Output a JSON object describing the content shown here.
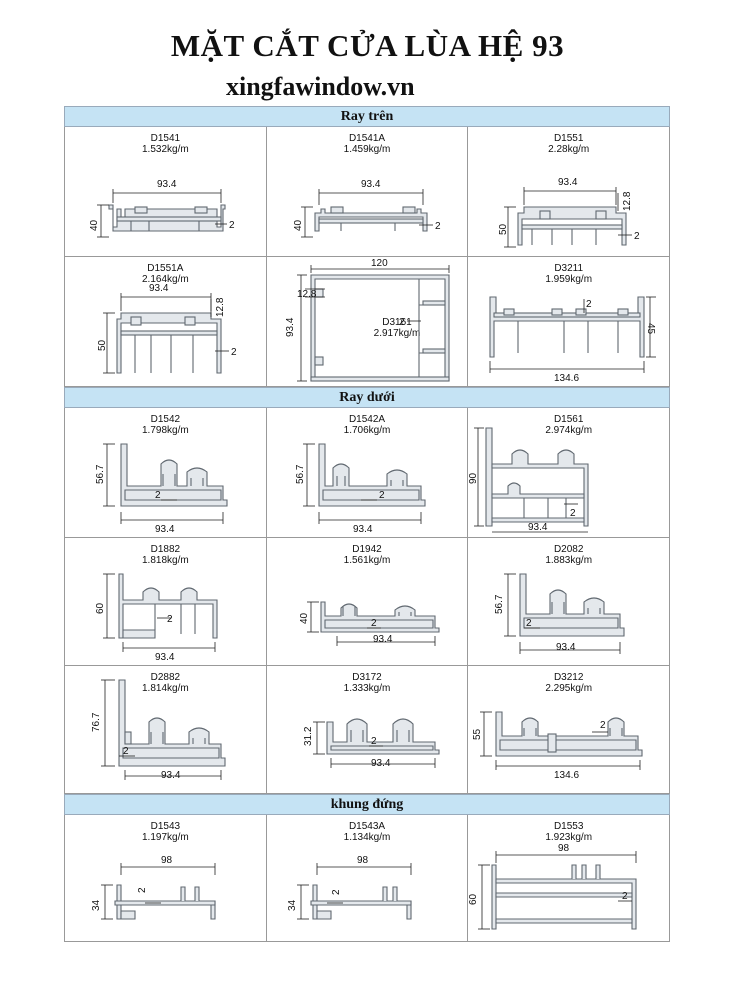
{
  "header": {
    "title": "MẶT CẮT CỬA LÙA HỆ 93",
    "website": "xingfawindow.vn"
  },
  "sections": [
    {
      "name": "Ray trên",
      "items": [
        {
          "code": "D1541",
          "weight": "1.532kg/m",
          "dims": [
            "93.4",
            "40",
            "2"
          ]
        },
        {
          "code": "D1541A",
          "weight": "1.459kg/m",
          "dims": [
            "93.4",
            "40",
            "2"
          ]
        },
        {
          "code": "D1551",
          "weight": "2.28kg/m",
          "dims": [
            "93.4",
            "50",
            "12.8",
            "2"
          ]
        },
        {
          "code": "D1551A",
          "weight": "2.164kg/m",
          "dims": [
            "93.4",
            "50",
            "12.8",
            "2"
          ]
        },
        {
          "code": "D3161",
          "weight": "2.917kg/m",
          "dims": [
            "120",
            "93.4",
            "12.8",
            "2"
          ]
        },
        {
          "code": "D3211",
          "weight": "1.959kg/m",
          "dims": [
            "134.6",
            "45",
            "2"
          ]
        }
      ]
    },
    {
      "name": "Ray dưới",
      "items": [
        {
          "code": "D1542",
          "weight": "1.798kg/m",
          "dims": [
            "93.4",
            "56.7",
            "2"
          ]
        },
        {
          "code": "D1542A",
          "weight": "1.706kg/m",
          "dims": [
            "93.4",
            "56.7",
            "2"
          ]
        },
        {
          "code": "D1561",
          "weight": "2.974kg/m",
          "dims": [
            "93.4",
            "90",
            "2"
          ]
        },
        {
          "code": "D1882",
          "weight": "1.818kg/m",
          "dims": [
            "93.4",
            "60",
            "2"
          ]
        },
        {
          "code": "D1942",
          "weight": "1.561kg/m",
          "dims": [
            "93.4",
            "40",
            "2"
          ]
        },
        {
          "code": "D2082",
          "weight": "1.883kg/m",
          "dims": [
            "93.4",
            "56.7",
            "2"
          ]
        },
        {
          "code": "D2882",
          "weight": "1.814kg/m",
          "dims": [
            "93.4",
            "76.7",
            "2"
          ]
        },
        {
          "code": "D3172",
          "weight": "1.333kg/m",
          "dims": [
            "93.4",
            "31.2",
            "2"
          ]
        },
        {
          "code": "D3212",
          "weight": "2.295kg/m",
          "dims": [
            "134.6",
            "55",
            "2"
          ]
        }
      ]
    },
    {
      "name": "khung đứng",
      "items": [
        {
          "code": "D1543",
          "weight": "1.197kg/m",
          "dims": [
            "98",
            "34",
            "2"
          ]
        },
        {
          "code": "D1543A",
          "weight": "1.134kg/m",
          "dims": [
            "98",
            "34",
            "2"
          ]
        },
        {
          "code": "D1553",
          "weight": "1.923kg/m",
          "dims": [
            "98",
            "60",
            "2"
          ]
        }
      ]
    }
  ],
  "colors": {
    "section_bar": "#c5e3f4",
    "profile_fill": "#e4e8ec",
    "profile_stroke": "#606870"
  }
}
